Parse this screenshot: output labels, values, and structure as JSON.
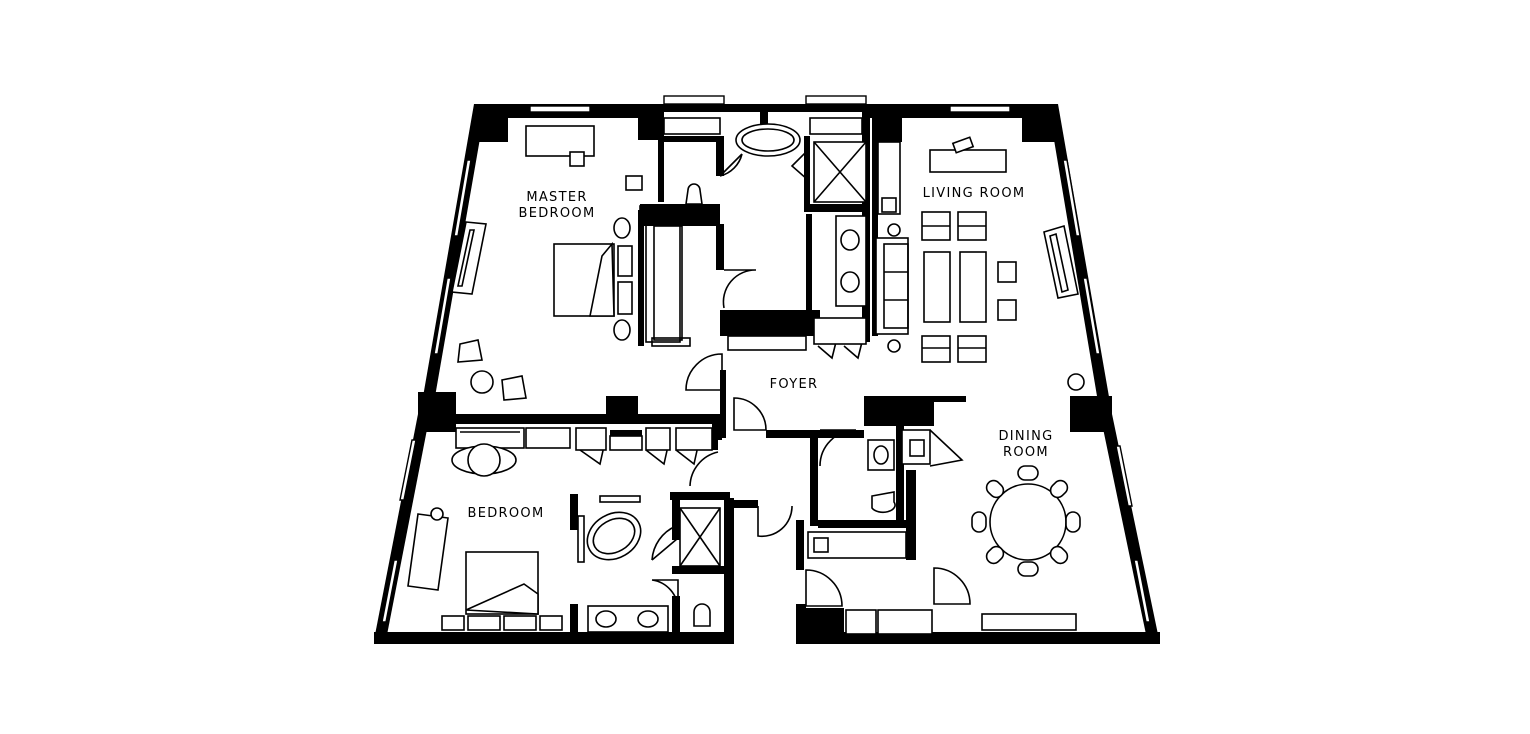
{
  "rooms": {
    "master_bedroom": [
      "MASTER",
      "BEDROOM"
    ],
    "living_room": "LIVING ROOM",
    "foyer": "FOYER",
    "dining_room": [
      "DINING",
      "ROOM"
    ],
    "bedroom": "BEDROOM"
  },
  "colors": {
    "ink": "#000000",
    "paper": "#ffffff"
  }
}
